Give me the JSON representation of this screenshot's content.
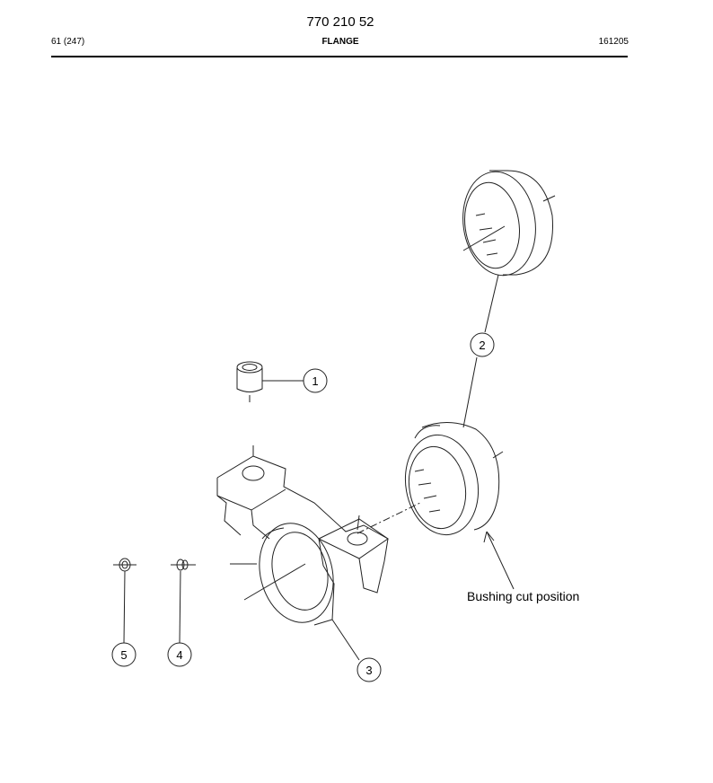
{
  "header": {
    "part_number": "770 210 52",
    "page": "61 (247)",
    "title": "FLANGE",
    "code": "161205"
  },
  "callouts": [
    "1",
    "2",
    "3",
    "4",
    "5"
  ],
  "annotation": "Bushing cut position",
  "colors": {
    "ink": "#000000",
    "line": "#222222",
    "paper": "#ffffff"
  }
}
